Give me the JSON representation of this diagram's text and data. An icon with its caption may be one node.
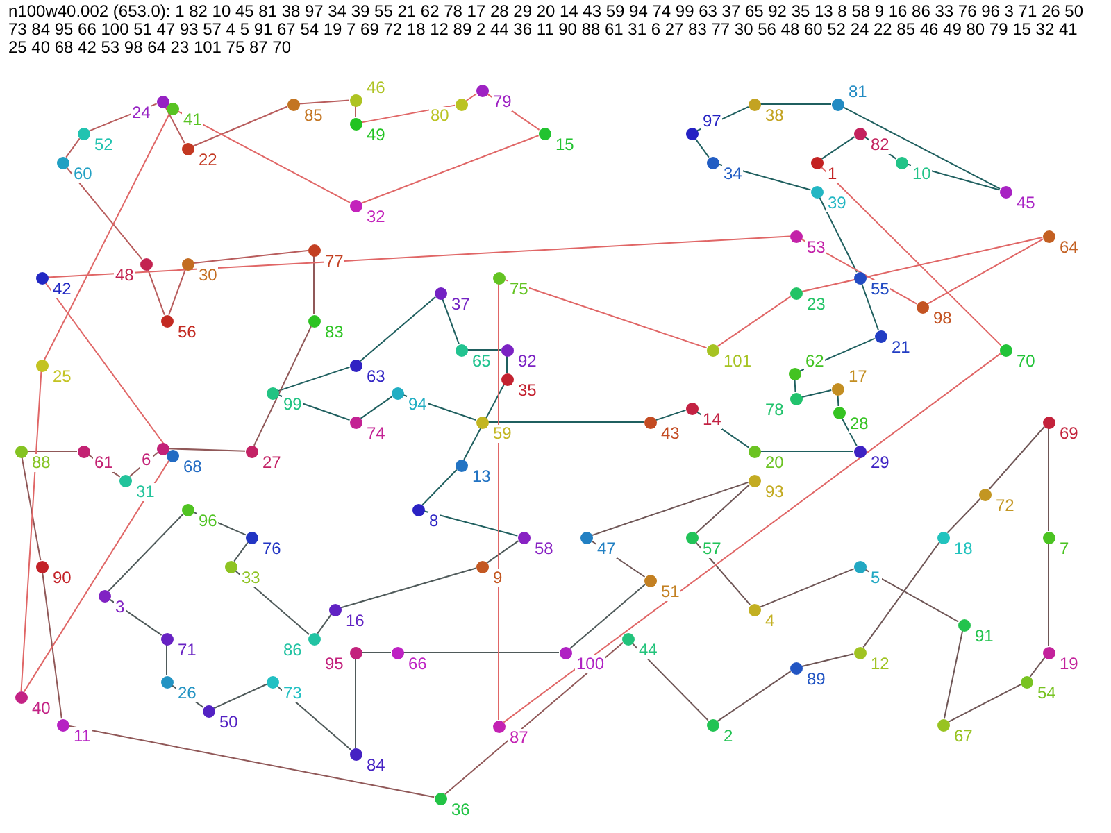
{
  "diagram": {
    "title": "n100w40.002 (653.0): 1 82 10 45 81 38 97 34 39 55 21 62 78 17 28 29 20 14 43 59 94 74 99 63 37 65 92 35 13 8 58 9 16 86 33 76 96 3 71 26 50 73 84 95 66 100 51 47 93 57 4 5 91 67 54 19 7 69 72 18 12 89 2 44 36 11 90 88 61 31 6 27 83 77 30 56 48 60 52 24 22 85 46 49 80 79 15 32 41 25 40 68 42 53 98 64 23 101 75 87 70",
    "nodes": [
      {
        "text": [],
        "shape": "circle",
        "beside": [
          "1"
        ]
      },
      {
        "text": [],
        "shape": "circle",
        "beside": [
          "2"
        ]
      },
      {
        "text": [],
        "shape": "circle",
        "beside": [
          "3"
        ]
      },
      {
        "text": [],
        "shape": "circle",
        "beside": [
          "4"
        ]
      },
      {
        "text": [],
        "shape": "circle",
        "beside": [
          "5"
        ]
      },
      {
        "text": [],
        "shape": "circle",
        "beside": [
          "6"
        ]
      },
      {
        "text": [],
        "shape": "circle",
        "beside": [
          "7"
        ]
      },
      {
        "text": [],
        "shape": "circle",
        "beside": [
          "8"
        ]
      },
      {
        "text": [],
        "shape": "circle",
        "beside": [
          "9"
        ]
      },
      {
        "text": [],
        "shape": "circle",
        "beside": [
          "10"
        ]
      },
      {
        "text": [],
        "shape": "circle",
        "beside": [
          "11"
        ]
      },
      {
        "text": [],
        "shape": "circle",
        "beside": [
          "12"
        ]
      },
      {
        "text": [],
        "shape": "circle",
        "beside": [
          "13"
        ]
      },
      {
        "text": [],
        "shape": "circle",
        "beside": [
          "14"
        ]
      },
      {
        "text": [],
        "shape": "circle",
        "beside": [
          "15"
        ]
      },
      {
        "text": [],
        "shape": "circle",
        "beside": [
          "16"
        ]
      },
      {
        "text": [],
        "shape": "circle",
        "beside": [
          "17"
        ]
      },
      {
        "text": [],
        "shape": "circle",
        "beside": [
          "18"
        ]
      },
      {
        "text": [],
        "shape": "circle",
        "beside": [
          "19"
        ]
      },
      {
        "text": [],
        "shape": "circle",
        "beside": [
          "20"
        ]
      },
      {
        "text": [],
        "shape": "circle",
        "beside": [
          "21"
        ]
      },
      {
        "text": [],
        "shape": "circle",
        "beside": [
          "22"
        ]
      },
      {
        "text": [],
        "shape": "circle",
        "beside": [
          "23"
        ]
      },
      {
        "text": [],
        "shape": "circle",
        "beside": [
          "24"
        ]
      },
      {
        "text": [],
        "shape": "circle",
        "beside": [
          "25"
        ]
      },
      {
        "text": [],
        "shape": "circle",
        "beside": [
          "26"
        ]
      },
      {
        "text": [],
        "shape": "circle",
        "beside": [
          "27"
        ]
      },
      {
        "text": [],
        "shape": "circle",
        "beside": [
          "28"
        ]
      },
      {
        "text": [],
        "shape": "circle",
        "beside": [
          "29"
        ]
      },
      {
        "text": [],
        "shape": "circle",
        "beside": [
          "30"
        ]
      },
      {
        "text": [],
        "shape": "circle",
        "beside": [
          "31"
        ]
      },
      {
        "text": [],
        "shape": "circle",
        "beside": [
          "32"
        ]
      },
      {
        "text": [],
        "shape": "circle",
        "beside": [
          "33"
        ]
      },
      {
        "text": [],
        "shape": "circle",
        "beside": [
          "34"
        ]
      },
      {
        "text": [],
        "shape": "circle",
        "beside": [
          "35"
        ]
      },
      {
        "text": [],
        "shape": "circle",
        "beside": [
          "36"
        ]
      },
      {
        "text": [],
        "shape": "circle",
        "beside": [
          "37"
        ]
      },
      {
        "text": [],
        "shape": "circle",
        "beside": [
          "38"
        ]
      },
      {
        "text": [],
        "shape": "circle",
        "beside": [
          "39"
        ]
      },
      {
        "text": [],
        "shape": "circle",
        "beside": [
          "40"
        ]
      },
      {
        "text": [],
        "shape": "circle",
        "beside": [
          "41"
        ]
      },
      {
        "text": [],
        "shape": "circle",
        "beside": [
          "42"
        ]
      },
      {
        "text": [],
        "shape": "circle",
        "beside": [
          "43"
        ]
      },
      {
        "text": [],
        "shape": "circle",
        "beside": [
          "44"
        ]
      },
      {
        "text": [],
        "shape": "circle",
        "beside": [
          "45"
        ]
      },
      {
        "text": [],
        "shape": "circle",
        "beside": [
          "46"
        ]
      },
      {
        "text": [],
        "shape": "circle",
        "beside": [
          "47"
        ]
      },
      {
        "text": [],
        "shape": "circle",
        "beside": [
          "48"
        ]
      },
      {
        "text": [],
        "shape": "circle",
        "beside": [
          "49"
        ]
      },
      {
        "text": [],
        "shape": "circle",
        "beside": [
          "50"
        ]
      },
      {
        "text": [],
        "shape": "circle",
        "beside": [
          "51"
        ]
      },
      {
        "text": [],
        "shape": "circle",
        "beside": [
          "52"
        ]
      },
      {
        "text": [],
        "shape": "circle",
        "beside": [
          "53"
        ]
      },
      {
        "text": [],
        "shape": "circle",
        "beside": [
          "54"
        ]
      },
      {
        "text": [],
        "shape": "circle",
        "beside": [
          "55"
        ]
      },
      {
        "text": [],
        "shape": "circle",
        "beside": [
          "56"
        ]
      },
      {
        "text": [],
        "shape": "circle",
        "beside": [
          "57"
        ]
      },
      {
        "text": [],
        "shape": "circle",
        "beside": [
          "58"
        ]
      },
      {
        "text": [],
        "shape": "circle",
        "beside": [
          "59"
        ]
      },
      {
        "text": [],
        "shape": "circle",
        "beside": [
          "60"
        ]
      },
      {
        "text": [],
        "shape": "circle",
        "beside": [
          "61"
        ]
      },
      {
        "text": [],
        "shape": "circle",
        "beside": [
          "62"
        ]
      },
      {
        "text": [],
        "shape": "circle",
        "beside": [
          "63"
        ]
      },
      {
        "text": [],
        "shape": "circle",
        "beside": [
          "64"
        ]
      },
      {
        "text": [],
        "shape": "circle",
        "beside": [
          "65"
        ]
      },
      {
        "text": [],
        "shape": "circle",
        "beside": [
          "66"
        ]
      },
      {
        "text": [],
        "shape": "circle",
        "beside": [
          "67"
        ]
      },
      {
        "text": [],
        "shape": "circle",
        "beside": [
          "68"
        ]
      },
      {
        "text": [],
        "shape": "circle",
        "beside": [
          "69"
        ]
      },
      {
        "text": [],
        "shape": "circle",
        "beside": [
          "70"
        ]
      },
      {
        "text": [],
        "shape": "circle",
        "beside": [
          "71"
        ]
      },
      {
        "text": [],
        "shape": "circle",
        "beside": [
          "72"
        ]
      },
      {
        "text": [],
        "shape": "circle",
        "beside": [
          "73"
        ]
      },
      {
        "text": [],
        "shape": "circle",
        "beside": [
          "74"
        ]
      },
      {
        "text": [],
        "shape": "circle",
        "beside": [
          "75"
        ]
      },
      {
        "text": [],
        "shape": "circle",
        "beside": [
          "76"
        ]
      },
      {
        "text": [],
        "shape": "circle",
        "beside": [
          "77"
        ]
      },
      {
        "text": [],
        "shape": "circle",
        "beside": [
          "78"
        ]
      },
      {
        "text": [],
        "shape": "circle",
        "beside": [
          "79"
        ]
      },
      {
        "text": [],
        "shape": "circle",
        "beside": [
          "80"
        ]
      },
      {
        "text": [],
        "shape": "circle",
        "beside": [
          "81"
        ]
      },
      {
        "text": [],
        "shape": "circle",
        "beside": [
          "82"
        ]
      },
      {
        "text": [],
        "shape": "circle",
        "beside": [
          "83"
        ]
      },
      {
        "text": [],
        "shape": "circle",
        "beside": [
          "84"
        ]
      },
      {
        "text": [],
        "shape": "circle",
        "beside": [
          "85"
        ]
      },
      {
        "text": [],
        "shape": "circle",
        "beside": [
          "86"
        ]
      },
      {
        "text": [],
        "shape": "circle",
        "beside": [
          "87"
        ]
      },
      {
        "text": [],
        "shape": "circle",
        "beside": [
          "88"
        ]
      },
      {
        "text": [],
        "shape": "circle",
        "beside": [
          "89"
        ]
      },
      {
        "text": [],
        "shape": "circle",
        "beside": [
          "90"
        ]
      },
      {
        "text": [],
        "shape": "circle",
        "beside": [
          "91"
        ]
      },
      {
        "text": [],
        "shape": "circle",
        "beside": [
          "92"
        ]
      },
      {
        "text": [],
        "shape": "circle",
        "beside": [
          "93"
        ]
      },
      {
        "text": [],
        "shape": "circle",
        "beside": [
          "94"
        ]
      },
      {
        "text": [],
        "shape": "circle",
        "beside": [
          "95"
        ]
      },
      {
        "text": [],
        "shape": "circle",
        "beside": [
          "96"
        ]
      },
      {
        "text": [],
        "shape": "circle",
        "beside": [
          "97"
        ]
      },
      {
        "text": [],
        "shape": "circle",
        "beside": [
          "98"
        ]
      },
      {
        "text": [],
        "shape": "circle",
        "beside": [
          "99"
        ]
      },
      {
        "text": [],
        "shape": "circle",
        "beside": [
          "100"
        ]
      },
      {
        "text": [],
        "shape": "circle",
        "beside": [
          "101"
        ]
      }
    ],
    "edges": [
      {
        "from": 0,
        "to": 81,
        "arrow": "none",
        "color": "#1f5f5f"
      },
      {
        "from": 81,
        "to": 9,
        "arrow": "none",
        "color": "#1f5f5f"
      },
      {
        "from": 9,
        "to": 44,
        "arrow": "none",
        "color": "#1f5f5f"
      },
      {
        "from": 44,
        "to": 80,
        "arrow": "none",
        "color": "#1f5f5f"
      },
      {
        "from": 80,
        "to": 37,
        "arrow": "none",
        "color": "#1f5f5f"
      },
      {
        "from": 37,
        "to": 96,
        "arrow": "none",
        "color": "#1f5f5f"
      },
      {
        "from": 96,
        "to": 33,
        "arrow": "none",
        "color": "#1f5f5f"
      },
      {
        "from": 33,
        "to": 38,
        "arrow": "none",
        "color": "#1f5f5f"
      },
      {
        "from": 38,
        "to": 54,
        "arrow": "none",
        "color": "#1f5f5f"
      },
      {
        "from": 54,
        "to": 20,
        "arrow": "none",
        "color": "#1f5f5f"
      },
      {
        "from": 20,
        "to": 61,
        "arrow": "none",
        "color": "#1f5f5f"
      },
      {
        "from": 61,
        "to": 77,
        "arrow": "none",
        "color": "#1f5f5f"
      },
      {
        "from": 77,
        "to": 16,
        "arrow": "none",
        "color": "#1f5f5f"
      },
      {
        "from": 16,
        "to": 27,
        "arrow": "none",
        "color": "#1f5f5f"
      },
      {
        "from": 27,
        "to": 28,
        "arrow": "none",
        "color": "#1f5f5f"
      },
      {
        "from": 28,
        "to": 19,
        "arrow": "none",
        "color": "#1f5f5f"
      },
      {
        "from": 19,
        "to": 13,
        "arrow": "none",
        "color": "#1f5f5f"
      },
      {
        "from": 13,
        "to": 42,
        "arrow": "none",
        "color": "#1f5f5f"
      },
      {
        "from": 42,
        "to": 58,
        "arrow": "none",
        "color": "#1f5f5f"
      },
      {
        "from": 58,
        "to": 93,
        "arrow": "none",
        "color": "#1f5f5f"
      },
      {
        "from": 93,
        "to": 73,
        "arrow": "none",
        "color": "#1f5f5f"
      },
      {
        "from": 73,
        "to": 98,
        "arrow": "none",
        "color": "#1f5f5f"
      },
      {
        "from": 98,
        "to": 62,
        "arrow": "none",
        "color": "#1f5f5f"
      },
      {
        "from": 62,
        "to": 36,
        "arrow": "none",
        "color": "#1f5f5f"
      },
      {
        "from": 36,
        "to": 64,
        "arrow": "none",
        "color": "#1f5f5f"
      },
      {
        "from": 64,
        "to": 91,
        "arrow": "none",
        "color": "#1f5f5f"
      },
      {
        "from": 91,
        "to": 34,
        "arrow": "none",
        "color": "#1f5f5f"
      },
      {
        "from": 34,
        "to": 12,
        "arrow": "none",
        "color": "#1f5f5f"
      },
      {
        "from": 12,
        "to": 7,
        "arrow": "none",
        "color": "#1f5f5f"
      },
      {
        "from": 7,
        "to": 57,
        "arrow": "none",
        "color": "#1f5f5f"
      },
      {
        "from": 57,
        "to": 8,
        "arrow": "none",
        "color": "#4f5a5a"
      },
      {
        "from": 8,
        "to": 15,
        "arrow": "none",
        "color": "#4f5a5a"
      },
      {
        "from": 15,
        "to": 85,
        "arrow": "none",
        "color": "#4f5a5a"
      },
      {
        "from": 85,
        "to": 32,
        "arrow": "none",
        "color": "#4f5a5a"
      },
      {
        "from": 32,
        "to": 75,
        "arrow": "none",
        "color": "#4f5a5a"
      },
      {
        "from": 75,
        "to": 95,
        "arrow": "none",
        "color": "#4f5a5a"
      },
      {
        "from": 95,
        "to": 2,
        "arrow": "none",
        "color": "#4f5a5a"
      },
      {
        "from": 2,
        "to": 70,
        "arrow": "none",
        "color": "#4f5a5a"
      },
      {
        "from": 70,
        "to": 25,
        "arrow": "none",
        "color": "#4f5a5a"
      },
      {
        "from": 25,
        "to": 49,
        "arrow": "none",
        "color": "#4f5a5a"
      },
      {
        "from": 49,
        "to": 72,
        "arrow": "none",
        "color": "#4f5a5a"
      },
      {
        "from": 72,
        "to": 83,
        "arrow": "none",
        "color": "#4f5a5a"
      },
      {
        "from": 83,
        "to": 94,
        "arrow": "none",
        "color": "#4f5a5a"
      },
      {
        "from": 94,
        "to": 65,
        "arrow": "none",
        "color": "#4f5a5a"
      },
      {
        "from": 65,
        "to": 99,
        "arrow": "none",
        "color": "#4f5a5a"
      },
      {
        "from": 99,
        "to": 50,
        "arrow": "none",
        "color": "#4f5a5a"
      },
      {
        "from": 50,
        "to": 46,
        "arrow": "none",
        "color": "#6f5656"
      },
      {
        "from": 46,
        "to": 92,
        "arrow": "none",
        "color": "#6f5656"
      },
      {
        "from": 92,
        "to": 56,
        "arrow": "none",
        "color": "#6f5656"
      },
      {
        "from": 56,
        "to": 3,
        "arrow": "none",
        "color": "#6f5656"
      },
      {
        "from": 3,
        "to": 4,
        "arrow": "none",
        "color": "#6f5656"
      },
      {
        "from": 4,
        "to": 90,
        "arrow": "none",
        "color": "#6f5656"
      },
      {
        "from": 90,
        "to": 66,
        "arrow": "none",
        "color": "#6f5656"
      },
      {
        "from": 66,
        "to": 53,
        "arrow": "none",
        "color": "#6f5656"
      },
      {
        "from": 53,
        "to": 18,
        "arrow": "none",
        "color": "#6f5656"
      },
      {
        "from": 18,
        "to": 6,
        "arrow": "none",
        "color": "#6f5656"
      },
      {
        "from": 6,
        "to": 68,
        "arrow": "none",
        "color": "#6f5656"
      },
      {
        "from": 68,
        "to": 71,
        "arrow": "none",
        "color": "#6f5656"
      },
      {
        "from": 71,
        "to": 17,
        "arrow": "none",
        "color": "#6f5656"
      },
      {
        "from": 17,
        "to": 11,
        "arrow": "none",
        "color": "#6f5656"
      },
      {
        "from": 11,
        "to": 88,
        "arrow": "none",
        "color": "#6f5656"
      },
      {
        "from": 88,
        "to": 1,
        "arrow": "none",
        "color": "#6f5656"
      },
      {
        "from": 1,
        "to": 43,
        "arrow": "none",
        "color": "#6f5656"
      },
      {
        "from": 43,
        "to": 35,
        "arrow": "none",
        "color": "#905858"
      },
      {
        "from": 35,
        "to": 10,
        "arrow": "none",
        "color": "#905858"
      },
      {
        "from": 10,
        "to": 89,
        "arrow": "none",
        "color": "#905858"
      },
      {
        "from": 89,
        "to": 87,
        "arrow": "none",
        "color": "#905858"
      },
      {
        "from": 87,
        "to": 60,
        "arrow": "none",
        "color": "#905858"
      },
      {
        "from": 60,
        "to": 30,
        "arrow": "none",
        "color": "#905858"
      },
      {
        "from": 30,
        "to": 5,
        "arrow": "none",
        "color": "#905858"
      },
      {
        "from": 5,
        "to": 26,
        "arrow": "none",
        "color": "#905858"
      },
      {
        "from": 26,
        "to": 82,
        "arrow": "none",
        "color": "#905858"
      },
      {
        "from": 82,
        "to": 76,
        "arrow": "none",
        "color": "#905858"
      },
      {
        "from": 76,
        "to": 29,
        "arrow": "none",
        "color": "#b85c5c"
      },
      {
        "from": 29,
        "to": 55,
        "arrow": "none",
        "color": "#b85c5c"
      },
      {
        "from": 55,
        "to": 47,
        "arrow": "none",
        "color": "#b85c5c"
      },
      {
        "from": 47,
        "to": 59,
        "arrow": "none",
        "color": "#b85c5c"
      },
      {
        "from": 59,
        "to": 51,
        "arrow": "none",
        "color": "#b85c5c"
      },
      {
        "from": 51,
        "to": 23,
        "arrow": "none",
        "color": "#b85c5c"
      },
      {
        "from": 23,
        "to": 21,
        "arrow": "none",
        "color": "#b85c5c"
      },
      {
        "from": 21,
        "to": 84,
        "arrow": "none",
        "color": "#b85c5c"
      },
      {
        "from": 84,
        "to": 45,
        "arrow": "none",
        "color": "#b85c5c"
      },
      {
        "from": 45,
        "to": 48,
        "arrow": "none",
        "color": "#b85c5c"
      },
      {
        "from": 48,
        "to": 79,
        "arrow": "none",
        "color": "#e06666"
      },
      {
        "from": 79,
        "to": 78,
        "arrow": "none",
        "color": "#e06666"
      },
      {
        "from": 78,
        "to": 14,
        "arrow": "none",
        "color": "#e06666"
      },
      {
        "from": 14,
        "to": 31,
        "arrow": "none",
        "color": "#e06666"
      },
      {
        "from": 31,
        "to": 40,
        "arrow": "none",
        "color": "#e06666"
      },
      {
        "from": 40,
        "to": 24,
        "arrow": "none",
        "color": "#e06666"
      },
      {
        "from": 24,
        "to": 39,
        "arrow": "none",
        "color": "#e06666"
      },
      {
        "from": 39,
        "to": 67,
        "arrow": "none",
        "color": "#e06666"
      },
      {
        "from": 67,
        "to": 41,
        "arrow": "none",
        "color": "#e06666"
      },
      {
        "from": 41,
        "to": 52,
        "arrow": "none",
        "color": "#e06666"
      },
      {
        "from": 52,
        "to": 97,
        "arrow": "none",
        "color": "#e06666"
      },
      {
        "from": 97,
        "to": 63,
        "arrow": "none",
        "color": "#e06666"
      },
      {
        "from": 63,
        "to": 22,
        "arrow": "none",
        "color": "#e06666"
      },
      {
        "from": 22,
        "to": 100,
        "arrow": "none",
        "color": "#e06666"
      },
      {
        "from": 100,
        "to": 74,
        "arrow": "none",
        "color": "#e06666"
      },
      {
        "from": 74,
        "to": 86,
        "arrow": "none",
        "color": "#e06666"
      },
      {
        "from": 86,
        "to": 69,
        "arrow": "none",
        "color": "#e06666"
      },
      {
        "from": 69,
        "to": 0,
        "arrow": "none",
        "color": "#e06666"
      }
    ]
  }
}
